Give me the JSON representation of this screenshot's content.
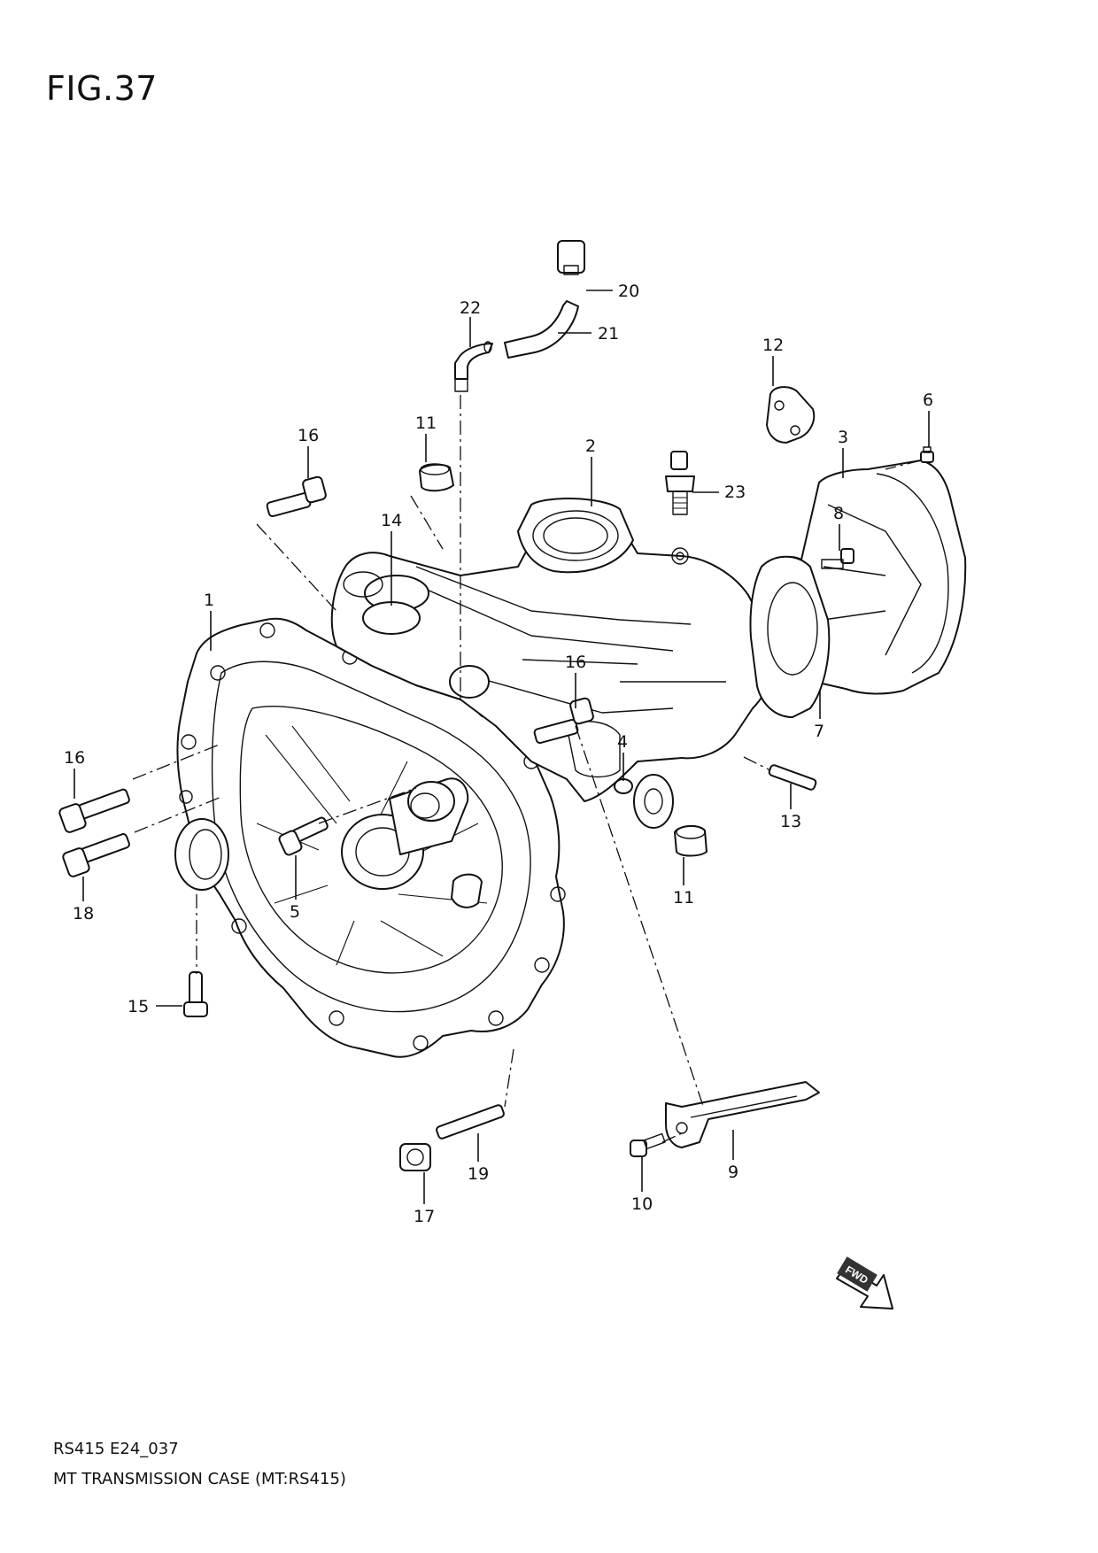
{
  "figure_title": "FIG.37",
  "footer": {
    "code": "RS415 E24_037",
    "title": "MT TRANSMISSION CASE (MT:RS415)"
  },
  "fwd_badge": "FWD",
  "callouts": [
    {
      "id": "c1",
      "text": "1"
    },
    {
      "id": "c2",
      "text": "2"
    },
    {
      "id": "c3",
      "text": "3"
    },
    {
      "id": "c4",
      "text": "4"
    },
    {
      "id": "c5",
      "text": "5"
    },
    {
      "id": "c6",
      "text": "6"
    },
    {
      "id": "c7",
      "text": "7"
    },
    {
      "id": "c8",
      "text": "8"
    },
    {
      "id": "c9",
      "text": "9"
    },
    {
      "id": "c10",
      "text": "10"
    },
    {
      "id": "c11a",
      "text": "11"
    },
    {
      "id": "c11b",
      "text": "11"
    },
    {
      "id": "c12",
      "text": "12"
    },
    {
      "id": "c13",
      "text": "13"
    },
    {
      "id": "c14",
      "text": "14"
    },
    {
      "id": "c15",
      "text": "15"
    },
    {
      "id": "c16a",
      "text": "16"
    },
    {
      "id": "c16b",
      "text": "16"
    },
    {
      "id": "c16c",
      "text": "16"
    },
    {
      "id": "c17",
      "text": "17"
    },
    {
      "id": "c18",
      "text": "18"
    },
    {
      "id": "c19",
      "text": "19"
    },
    {
      "id": "c20",
      "text": "20"
    },
    {
      "id": "c21",
      "text": "21"
    },
    {
      "id": "c22",
      "text": "22"
    },
    {
      "id": "c23",
      "text": "23"
    }
  ]
}
